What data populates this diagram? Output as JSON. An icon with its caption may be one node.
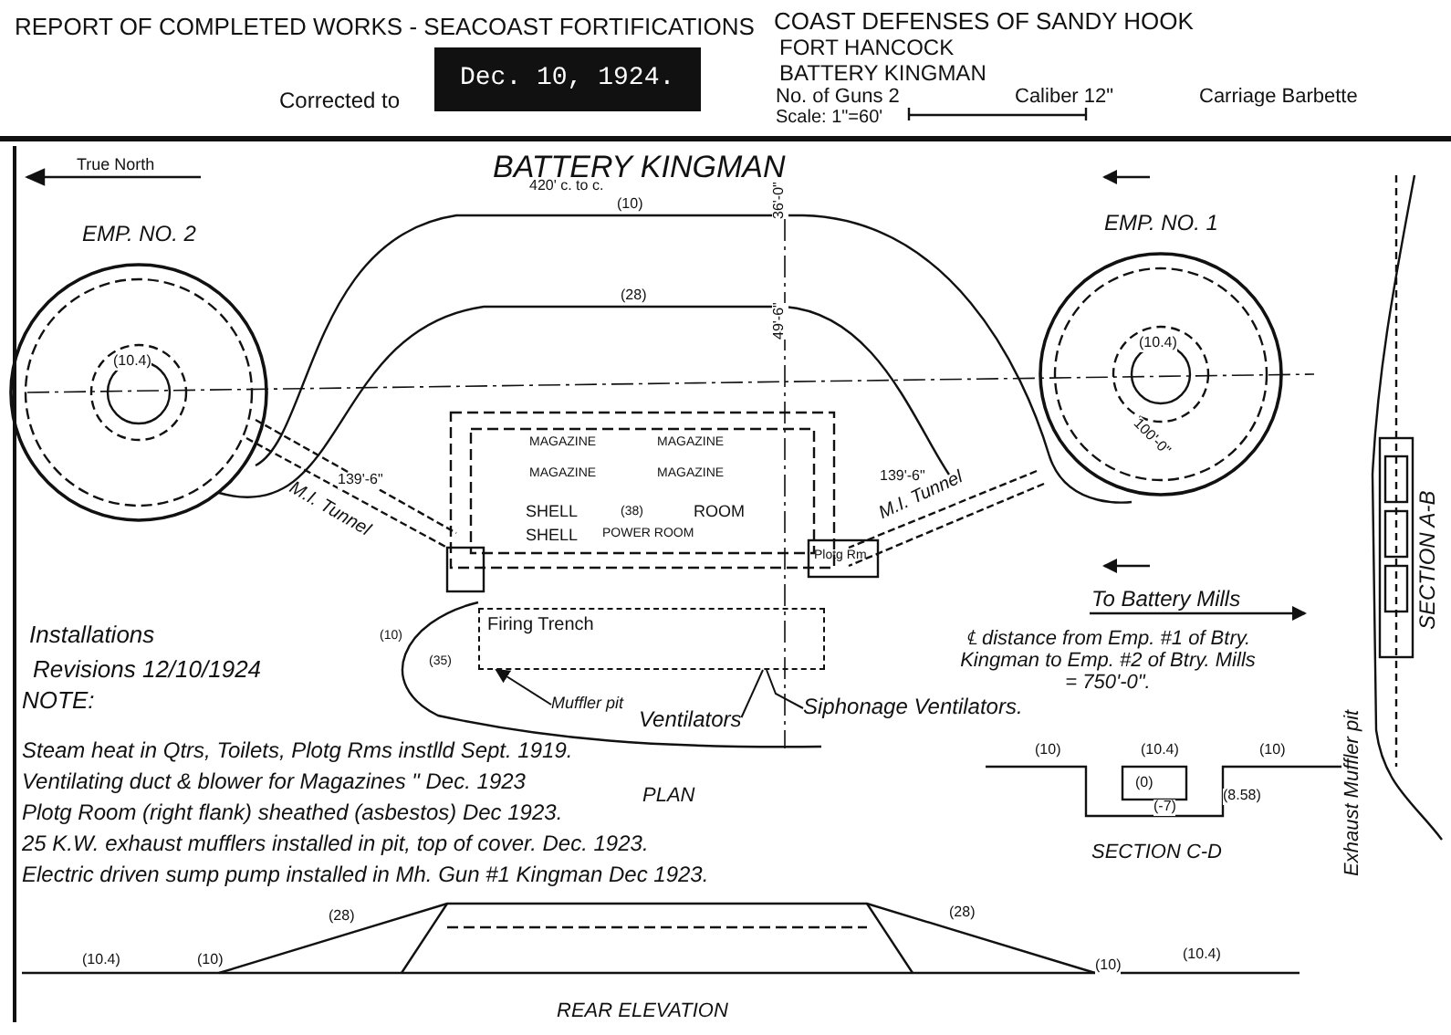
{
  "diagram": {
    "nodes": [
      {
        "text": [
          "Muffler pit"
        ]
      },
      {
        "text": [
          "Ventilators"
        ]
      },
      {
        "text": [
          "Siphonage Ventilators."
        ]
      },
      {
        "text": [
          "Firing Trench"
        ]
      }
    ],
    "edges": [
      {
        "from": 0,
        "to": 3,
        "arrow": "to"
      },
      {
        "from": 1,
        "to": 3,
        "arrow": "none"
      },
      {
        "from": 2,
        "to": 3,
        "arrow": "none"
      }
    ],
    "labels": [
      "REPORT OF COMPLETED WORKS - SEACOAST FORTIFICATIONS",
      "COAST DEFENSES OF SANDY HOOK",
      "FORT HANCOCK",
      "BATTERY KINGMAN",
      "No. of Guns 2",
      "Caliber 12\"",
      "Carriage Barbette",
      "Scale: 1\"=60'",
      "Corrected to",
      "Dec. 10, 1924.",
      "True North",
      "BATTERY KINGMAN",
      "420' c. to c.",
      "(10)",
      "EMP. NO. 2",
      "EMP. NO. 1",
      "(28)",
      "(10.4)",
      "(10.4)",
      "36'-0\"",
      "49'-6\"",
      "139'-6\"",
      "139'-6\"",
      "MAGAZINE",
      "MAGAZINE",
      "MAGAZINE",
      "MAGAZINE",
      "SHELL",
      "(38)",
      "ROOM",
      "SHELL",
      "POWER ROOM",
      "Plotg Rm",
      "M.I. Tunnel",
      "M.I. Tunnel",
      "100'-0\"",
      "To Battery Mills",
      "(35)",
      "(10)",
      "PLAN",
      "Installations",
      "Revisions 12/10/1924",
      "NOTE:",
      "Steam heat in Qtrs, Toilets, Plotg Rms instlld Sept. 1919.",
      "Ventilating duct & blower for Magazines \" Dec. 1923",
      "Plotg Room (right flank) sheathed (asbestos) Dec 1923.",
      "25 K.W. exhaust mufflers installed in pit, top of cover. Dec. 1923.",
      "Electric driven sump pump installed in Mh. Gun #1 Kingman Dec 1923.",
      "℄ distance from Emp. #1 of Btry. Kingman to Emp. #2 of Btry. Mills = 750'-0\".",
      "(10)",
      "(10.4)",
      "(10)",
      "(0)",
      "(-7)",
      "(8.58)",
      "SECTION C-D",
      "SECTION A-B",
      "Exhaust Muffler pit",
      "(10.4)",
      "(10)",
      "(28)",
      "(28)",
      "(10)",
      "(10.4)",
      "REAR ELEVATION"
    ]
  }
}
